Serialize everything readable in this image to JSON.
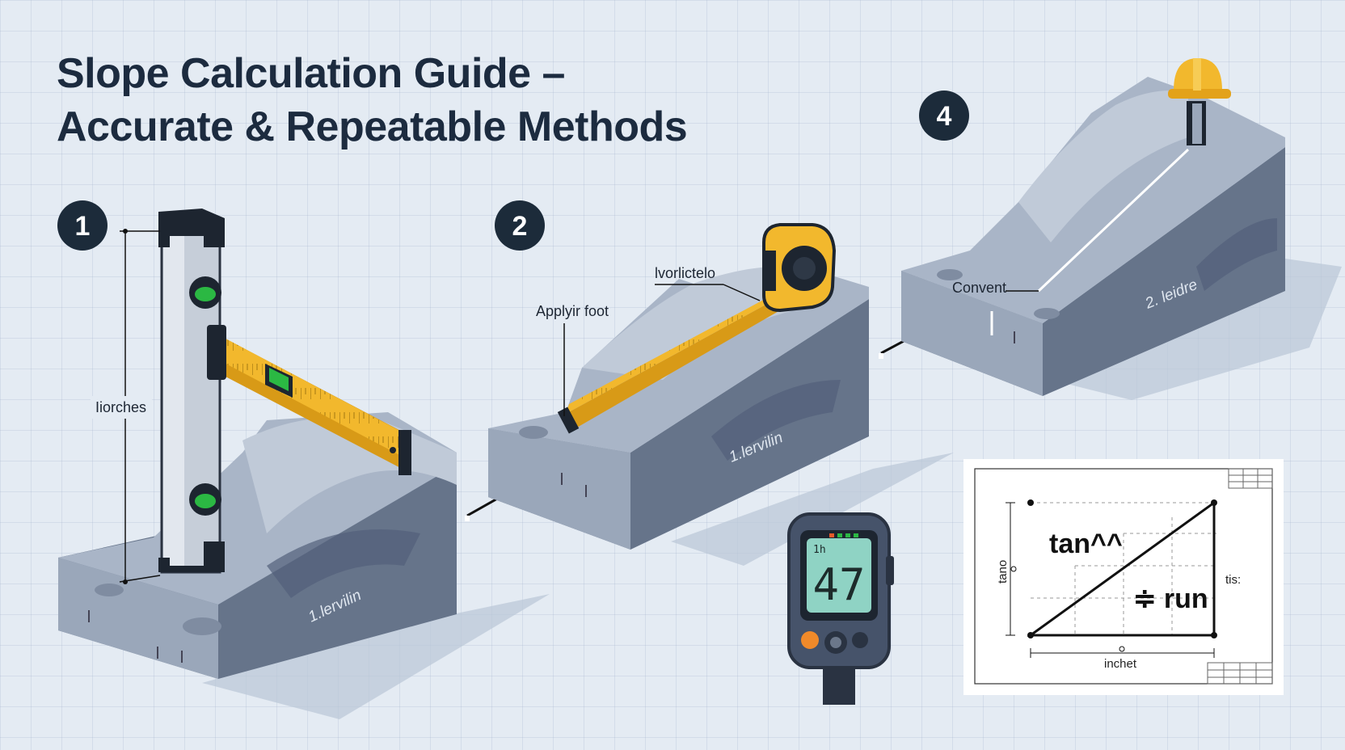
{
  "title": {
    "line1": "Slope Calculation Guide –",
    "line2": "Accurate & Repeatable Methods"
  },
  "steps": [
    {
      "number": "1",
      "label": "Iiorches",
      "slab_label": "1.lervilin"
    },
    {
      "number": "2",
      "label_top": "lvorlictelo",
      "label_left": "Applyir foot",
      "slab_label": "1.lervilin"
    },
    {
      "number": "4",
      "label": "Convent",
      "slab_label": "2. leidre"
    }
  ],
  "meter": {
    "reading": "47",
    "small_label": "1h"
  },
  "formula_card": {
    "formula": "tan^^",
    "run_label": "≑ run",
    "left_label": "tano",
    "right_label": "tis:",
    "bottom_label": "inchet"
  },
  "colors": {
    "background": "#e4ebf3",
    "slab_top": "#aab6c8",
    "slab_side": "#5d6a80",
    "tape_yellow": "#f2b82d",
    "bubble_green": "#2bb843",
    "lcd": "#8fd3c4",
    "badge": "#1c2b3a"
  },
  "icons": [
    "spirit-level-icon",
    "tape-measure-icon",
    "inclinometer-icon",
    "hard-hat-icon",
    "arrow-icon"
  ]
}
